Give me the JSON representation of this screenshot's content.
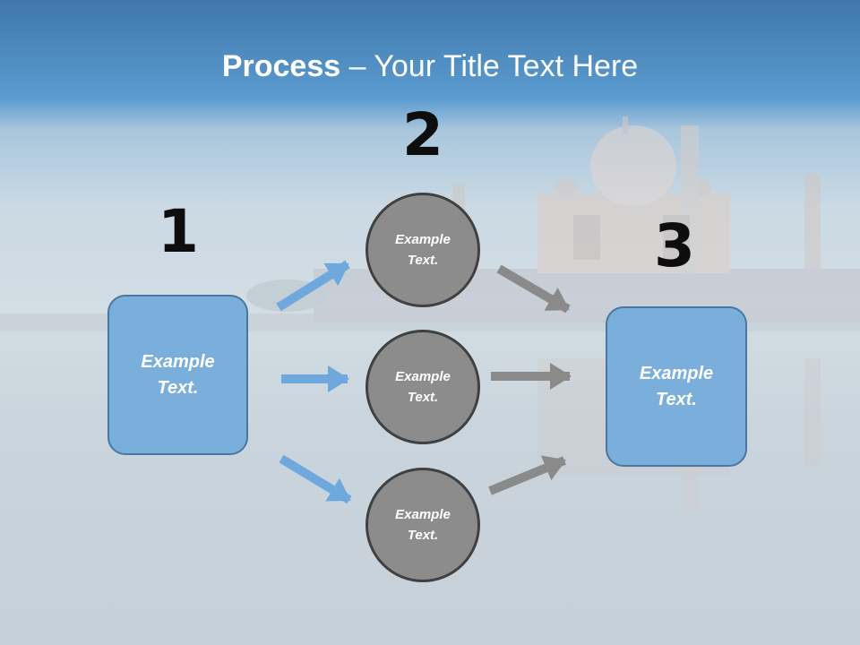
{
  "title": {
    "bold": "Process",
    "rest": " – Your Title Text Here"
  },
  "steps": [
    {
      "number": "1",
      "text_line1": "Example",
      "text_line2": "Text."
    },
    {
      "number": "2"
    },
    {
      "number": "3",
      "text_line1": "Example",
      "text_line2": "Text."
    }
  ],
  "circles": [
    {
      "text_line1": "Example",
      "text_line2": "Text."
    },
    {
      "text_line1": "Example",
      "text_line2": "Text."
    },
    {
      "text_line1": "Example",
      "text_line2": "Text."
    }
  ],
  "colors": {
    "box_fill": "#7aafdc",
    "circle_fill": "#8c8c8c",
    "blue_arrow": "#6fa8dc",
    "gray_arrow": "#8a8a8a"
  }
}
